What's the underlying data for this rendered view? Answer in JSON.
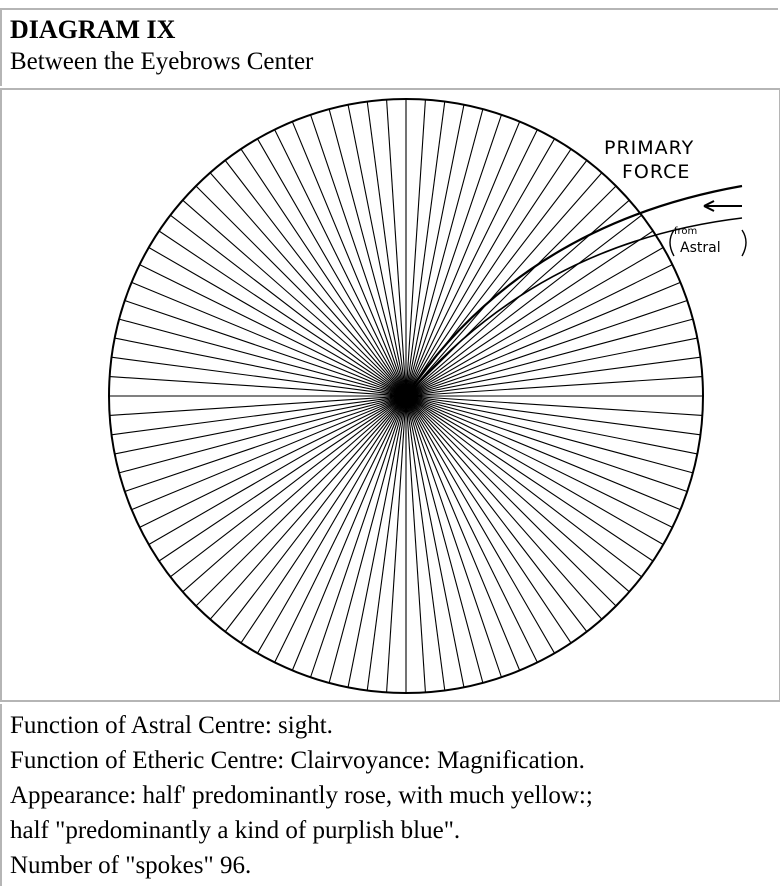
{
  "header": {
    "title": "DIAGRAM IX",
    "subtitle": "Between the Eyebrows Center"
  },
  "figure": {
    "label_primary": "PRIMARY",
    "label_force": "FORCE",
    "label_from": "from",
    "label_astral": "Astral",
    "spoke_count": 96
  },
  "description": {
    "lines": [
      "Function of Astral Centre: sight.",
      "Function of Etheric Centre: Clairvoyance: Magnification.",
      "Appearance: half' predominantly rose, with much yellow:;",
      "half \"predominantly a kind of purplish blue\".",
      "Number of \"spokes\" 96."
    ]
  }
}
